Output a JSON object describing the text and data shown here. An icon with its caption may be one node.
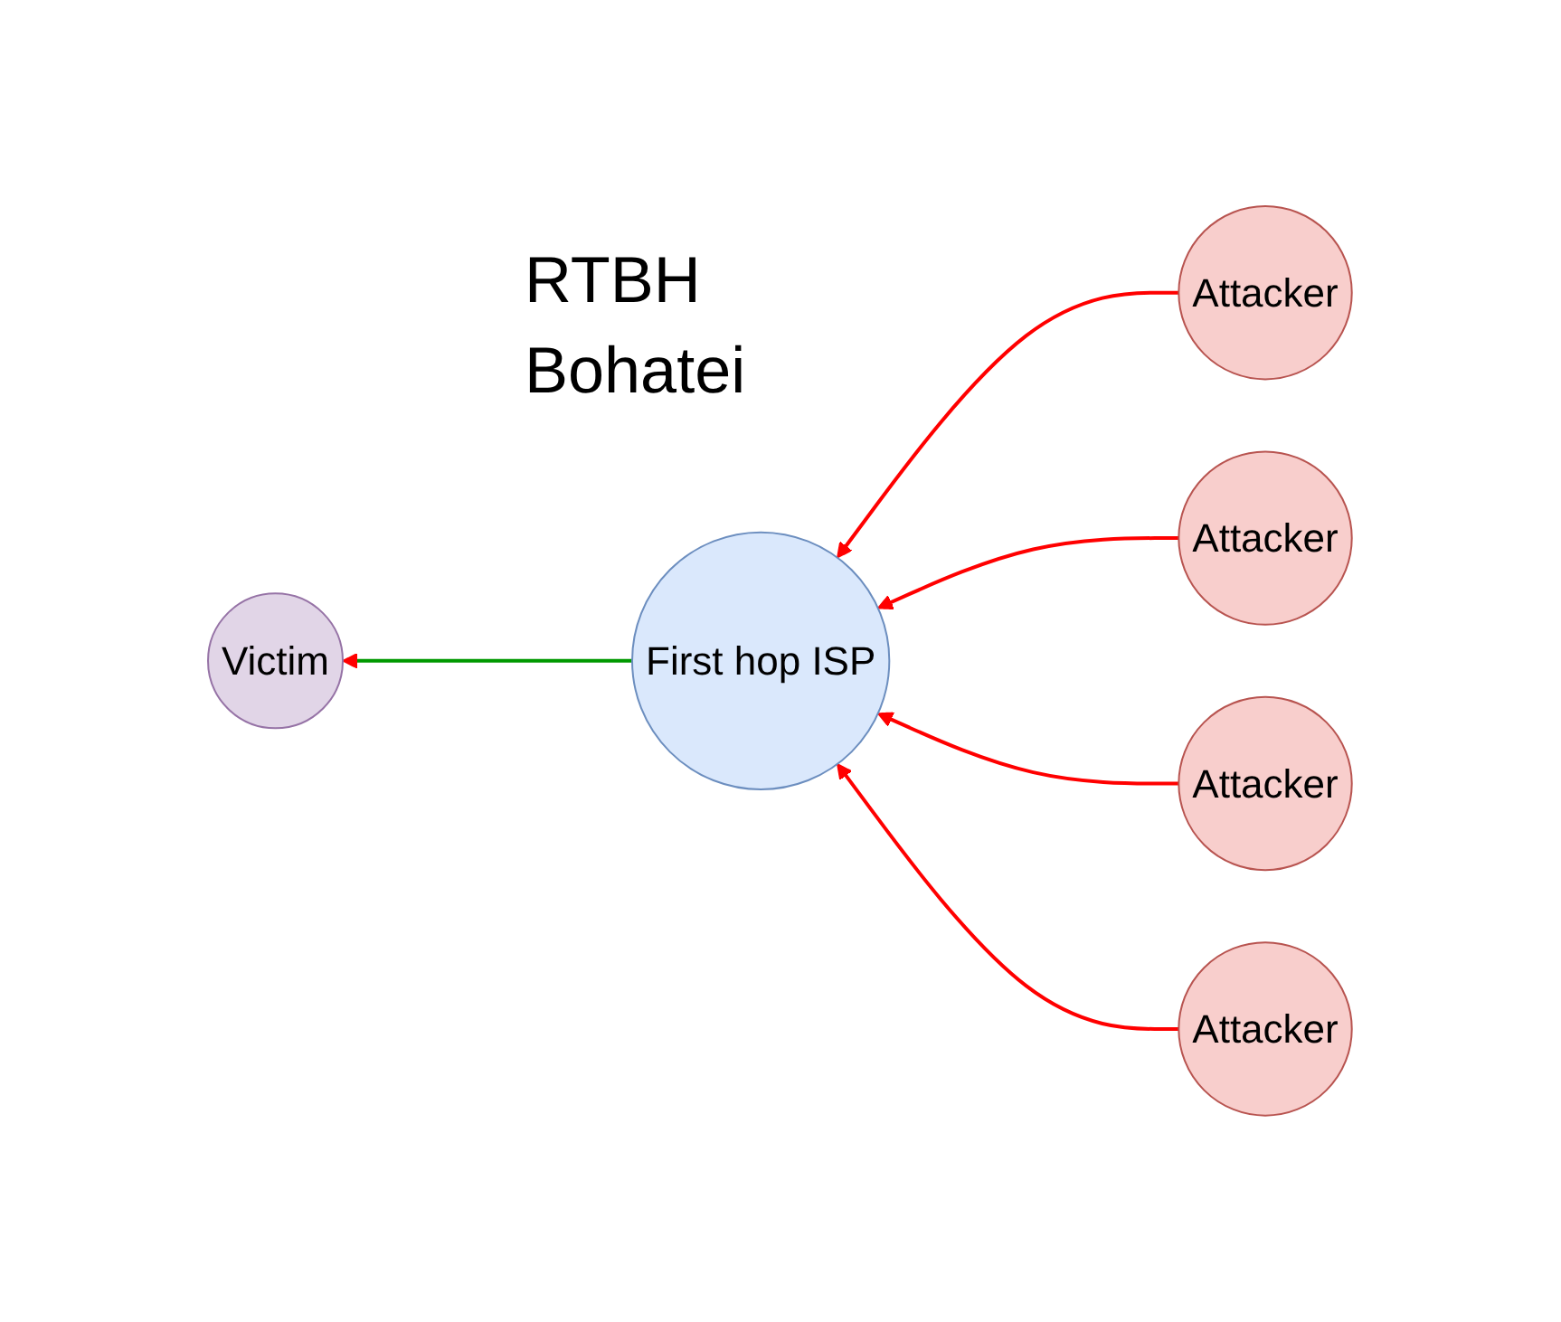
{
  "diagram": {
    "title": "RTBH Bohatei",
    "nodes": [
      {
        "text": [
          "Victim"
        ]
      },
      {
        "text": [
          "First hop ISP"
        ]
      },
      {
        "text": [
          "Attacker"
        ]
      },
      {
        "text": [
          "Attacker"
        ]
      },
      {
        "text": [
          "Attacker"
        ]
      },
      {
        "text": [
          "Attacker"
        ]
      }
    ],
    "edges": [
      {
        "from": 1,
        "to": 0,
        "arrow": "to",
        "color": "#009900"
      },
      {
        "from": 2,
        "to": 1,
        "arrow": "to"
      },
      {
        "from": 3,
        "to": 1,
        "arrow": "to"
      },
      {
        "from": 4,
        "to": 1,
        "arrow": "to"
      },
      {
        "from": 5,
        "to": 1,
        "arrow": "to"
      }
    ]
  }
}
